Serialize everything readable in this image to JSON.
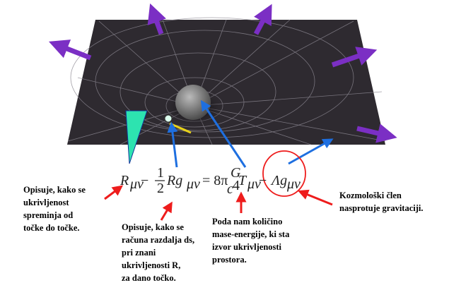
{
  "equation": {
    "R": "R",
    "sub_munu": "μν",
    "minus": "−",
    "half_num": "1",
    "half_den": "2",
    "Rg": "Rg",
    "equals": "= 8π",
    "G": "G",
    "c": "c",
    "four": "4",
    "T": "T",
    "Lambda_g": "Λg"
  },
  "notes": {
    "ricci": [
      "Opisuje, kako se",
      "ukrivljenost",
      "spreminja od",
      "točke do točke."
    ],
    "metric": [
      "Opisuje, kako se",
      "računa razdalja ds,",
      "pri znani",
      "ukrivljenosti R,",
      "za dano točko."
    ],
    "stress_energy": [
      "Poda nam količino",
      "mase-energije, ki sta",
      "izvor ukrivljenosti",
      "prostora."
    ],
    "cosmological": [
      "Kozmološki člen",
      "nasprotuje gravitaciji."
    ]
  },
  "colors": {
    "purple": "#7b2fc4",
    "blue": "#1e6fe0",
    "red": "#ee1c1c",
    "green": "#2de3b0",
    "plane": "#2e2a30"
  }
}
